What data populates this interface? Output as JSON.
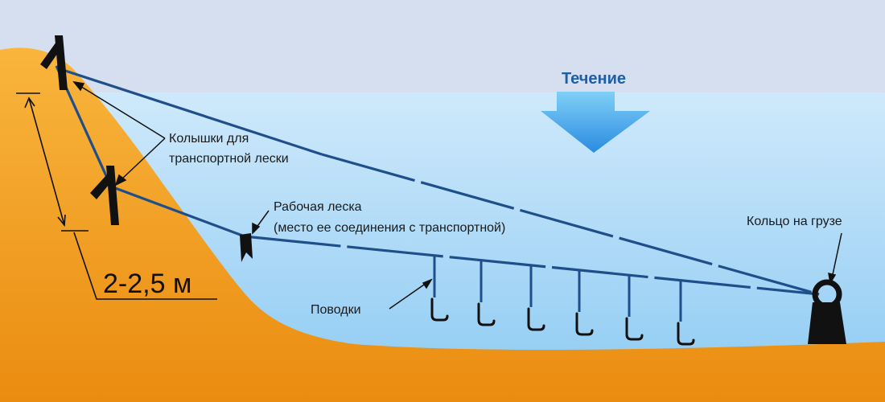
{
  "labels": {
    "current": "Течение",
    "pegs_line1": "Колышки для",
    "pegs_line2": "транспортной лески",
    "working_line1": "Рабочая леска",
    "working_line2": "(место ее соединения с транспортной)",
    "weight_ring": "Кольцо на грузе",
    "leaders": "Поводки",
    "depth": "2-2,5 м"
  },
  "colors": {
    "sky": "#d6dff0",
    "water_top": "#cfe7fb",
    "water_bottom": "#8cc9f2",
    "ground_light": "#f7b23a",
    "ground_dark": "#e8890c",
    "line": "#1f4f8a",
    "arrow_top": "#6cc8f5",
    "arrow_bottom": "#2d8fe0",
    "black": "#111111"
  }
}
